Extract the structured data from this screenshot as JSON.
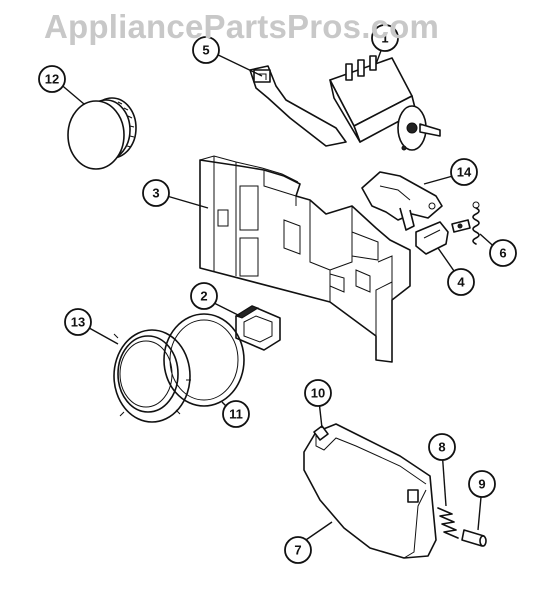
{
  "watermark": "AppliancePartsPros.com",
  "callouts": [
    {
      "id": "c1",
      "label": "1"
    },
    {
      "id": "c2",
      "label": "2"
    },
    {
      "id": "c3",
      "label": "3"
    },
    {
      "id": "c4",
      "label": "4"
    },
    {
      "id": "c5",
      "label": "5"
    },
    {
      "id": "c6",
      "label": "6"
    },
    {
      "id": "c7",
      "label": "7"
    },
    {
      "id": "c8",
      "label": "8"
    },
    {
      "id": "c9",
      "label": "9"
    },
    {
      "id": "c10",
      "label": "10"
    },
    {
      "id": "c11",
      "label": "11"
    },
    {
      "id": "c12",
      "label": "12"
    },
    {
      "id": "c13",
      "label": "13"
    },
    {
      "id": "c14",
      "label": "14"
    }
  ]
}
